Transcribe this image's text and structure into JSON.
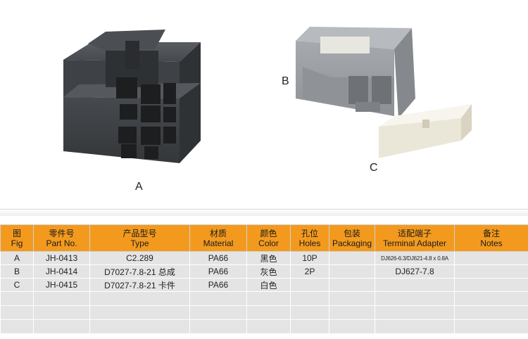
{
  "figure": {
    "labels": [
      "A",
      "B",
      "C"
    ]
  },
  "table": {
    "headers": [
      {
        "cn": "图",
        "en": "Fig"
      },
      {
        "cn": "零件号",
        "en": "Part No."
      },
      {
        "cn": "产品型号",
        "en": "Type"
      },
      {
        "cn": "材质",
        "en": "Material"
      },
      {
        "cn": "颜色",
        "en": "Color"
      },
      {
        "cn": "孔位",
        "en": "Holes"
      },
      {
        "cn": "包装",
        "en": "Packaging"
      },
      {
        "cn": "适配端子",
        "en": "Terminal Adapter"
      },
      {
        "cn": "备注",
        "en": "Notes"
      }
    ],
    "rows": [
      [
        "A",
        "JH-0413",
        "C2.289",
        "PA66",
        "黑色",
        "10P",
        "",
        "DJ626-6.3/DJ621-4.8 x 0.8A",
        ""
      ],
      [
        "B",
        "JH-0414",
        "D7027-7.8-21 总成",
        "PA66",
        "灰色",
        "2P",
        "",
        "DJ627-7.8",
        ""
      ],
      [
        "C",
        "JH-0415",
        "D7027-7.8-21 卡件",
        "PA66",
        "白色",
        "",
        "",
        "",
        ""
      ],
      [
        "",
        "",
        "",
        "",
        "",
        "",
        "",
        "",
        ""
      ],
      [
        "",
        "",
        "",
        "",
        "",
        "",
        "",
        "",
        ""
      ],
      [
        "",
        "",
        "",
        "",
        "",
        "",
        "",
        "",
        ""
      ]
    ]
  },
  "colors": {
    "header_bg": "#f39a1e",
    "row_bg": "#e4e4e4",
    "connector_black": "#3c3f43",
    "connector_gray": "#9a9da1",
    "clip_white": "#f1eee2"
  }
}
